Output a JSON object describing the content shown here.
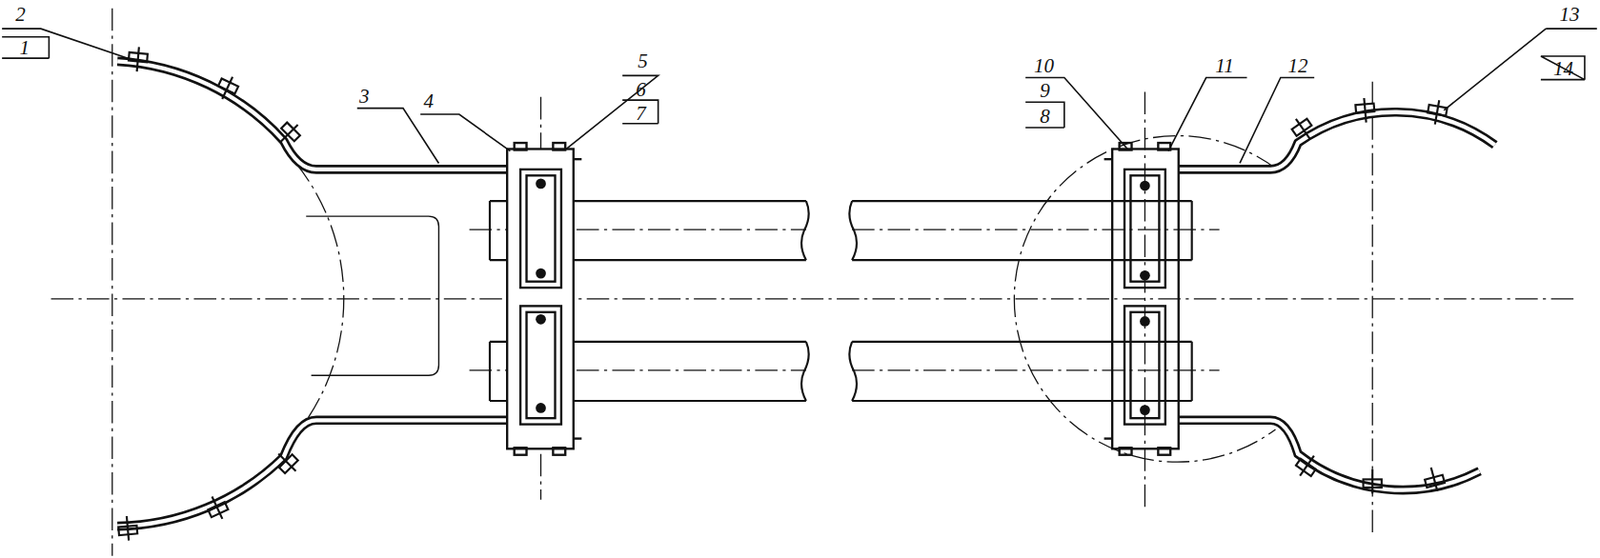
{
  "diagram": {
    "labels": [
      "2",
      "1",
      "3",
      "4",
      "5",
      "6",
      "7",
      "10",
      "9",
      "8",
      "11",
      "12",
      "13",
      "14"
    ]
  }
}
